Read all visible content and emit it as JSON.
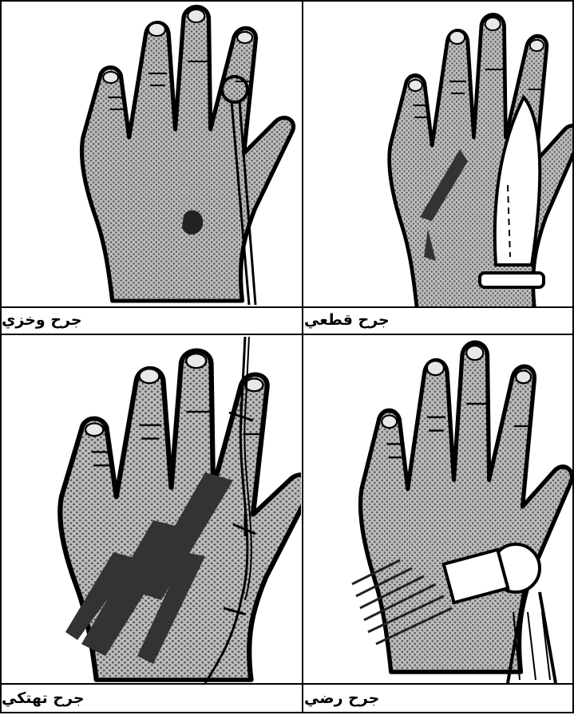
{
  "figures": [
    {
      "caption": "جرح قطعي",
      "tool": "knife-icon"
    },
    {
      "caption": "جرح وخزي",
      "tool": "pin-icon"
    },
    {
      "caption": "جرح رضي",
      "tool": "hammer-icon"
    },
    {
      "caption": "جرح تهتكي",
      "tool": "barbed-wire-icon"
    }
  ],
  "colors": {
    "ink": "#000000",
    "skin": "#b0b0b0",
    "wound": "#3a3a3a",
    "paper": "#ffffff"
  }
}
